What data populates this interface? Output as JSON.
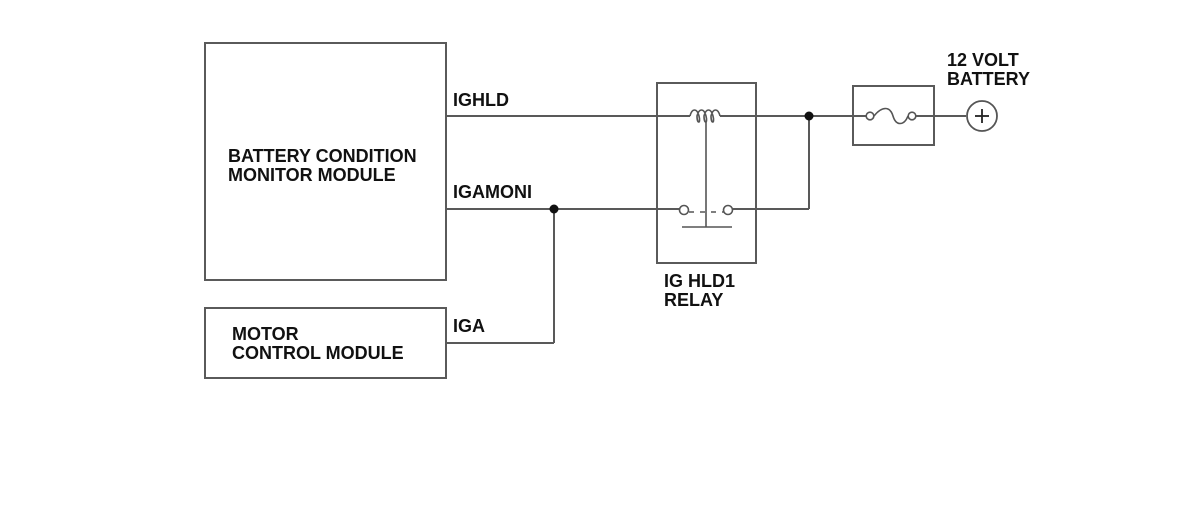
{
  "modules": {
    "bcm_line1": "BATTERY CONDITION",
    "bcm_line2": "MONITOR MODULE",
    "mcm_line1": "MOTOR",
    "mcm_line2": "CONTROL MODULE"
  },
  "signals": {
    "ighld": "IGHLD",
    "igamoni": "IGAMONI",
    "iga": "IGA"
  },
  "relay": {
    "line1": "IG HLD1",
    "line2": "RELAY"
  },
  "battery": {
    "line1": "12 VOLT",
    "line2": "BATTERY",
    "symbol": "+"
  },
  "colors": {
    "wire": "#595959",
    "text": "#111111"
  }
}
